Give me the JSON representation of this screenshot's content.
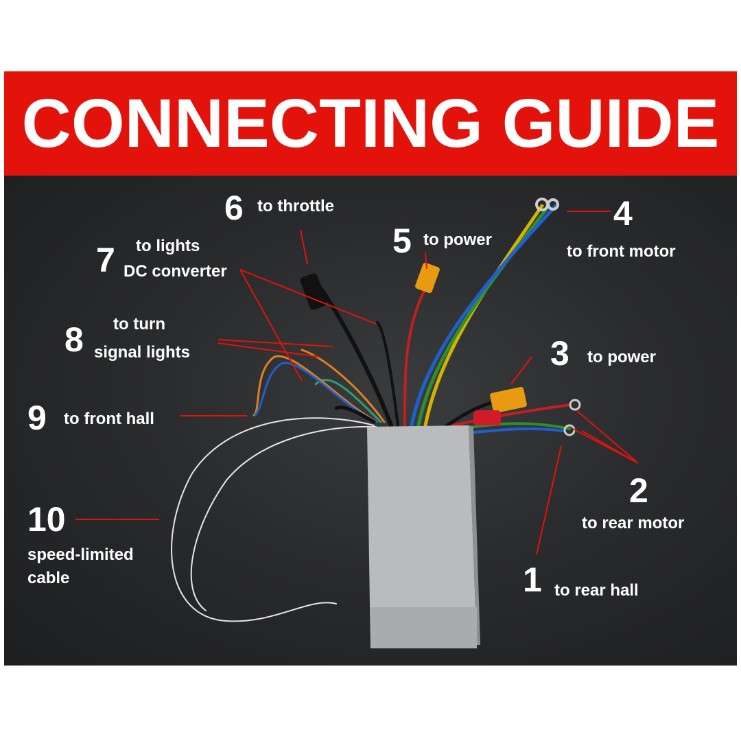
{
  "title": "CONNECTING GUIDE",
  "labels": [
    {
      "number": "1",
      "text": "to rear hall"
    },
    {
      "number": "2",
      "text": "to rear motor"
    },
    {
      "number": "3",
      "text": "to power"
    },
    {
      "number": "4",
      "text": "to front motor"
    },
    {
      "number": "5",
      "text": "to power"
    },
    {
      "number": "6",
      "text": "to throttle"
    },
    {
      "number": "7",
      "text_line1": "to lights",
      "text_line2": "DC converter"
    },
    {
      "number": "8",
      "text_line1": "to turn",
      "text_line2": "signal lights"
    },
    {
      "number": "9",
      "text": "to front hall"
    },
    {
      "number": "10",
      "text_line1": "speed-limited",
      "text_line2": "cable"
    }
  ],
  "colors": {
    "banner": "#e3120b",
    "pointer": "#e3120b",
    "background": "#2a2b2d"
  }
}
